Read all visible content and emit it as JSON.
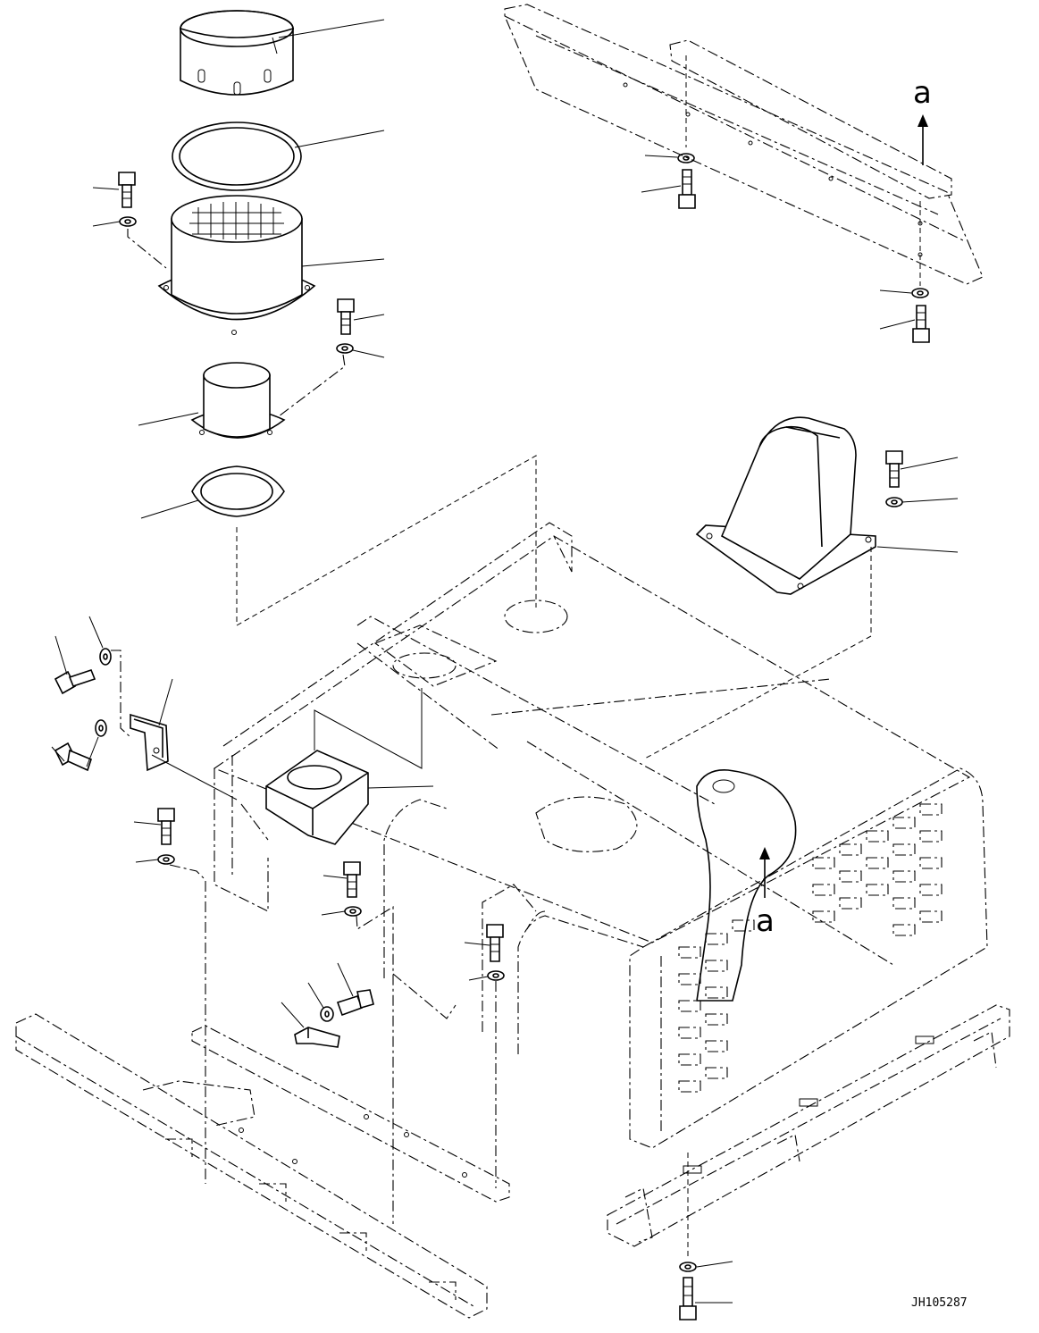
{
  "drawing": {
    "code": "JH105287",
    "direction_marks": [
      "a",
      "a"
    ]
  }
}
